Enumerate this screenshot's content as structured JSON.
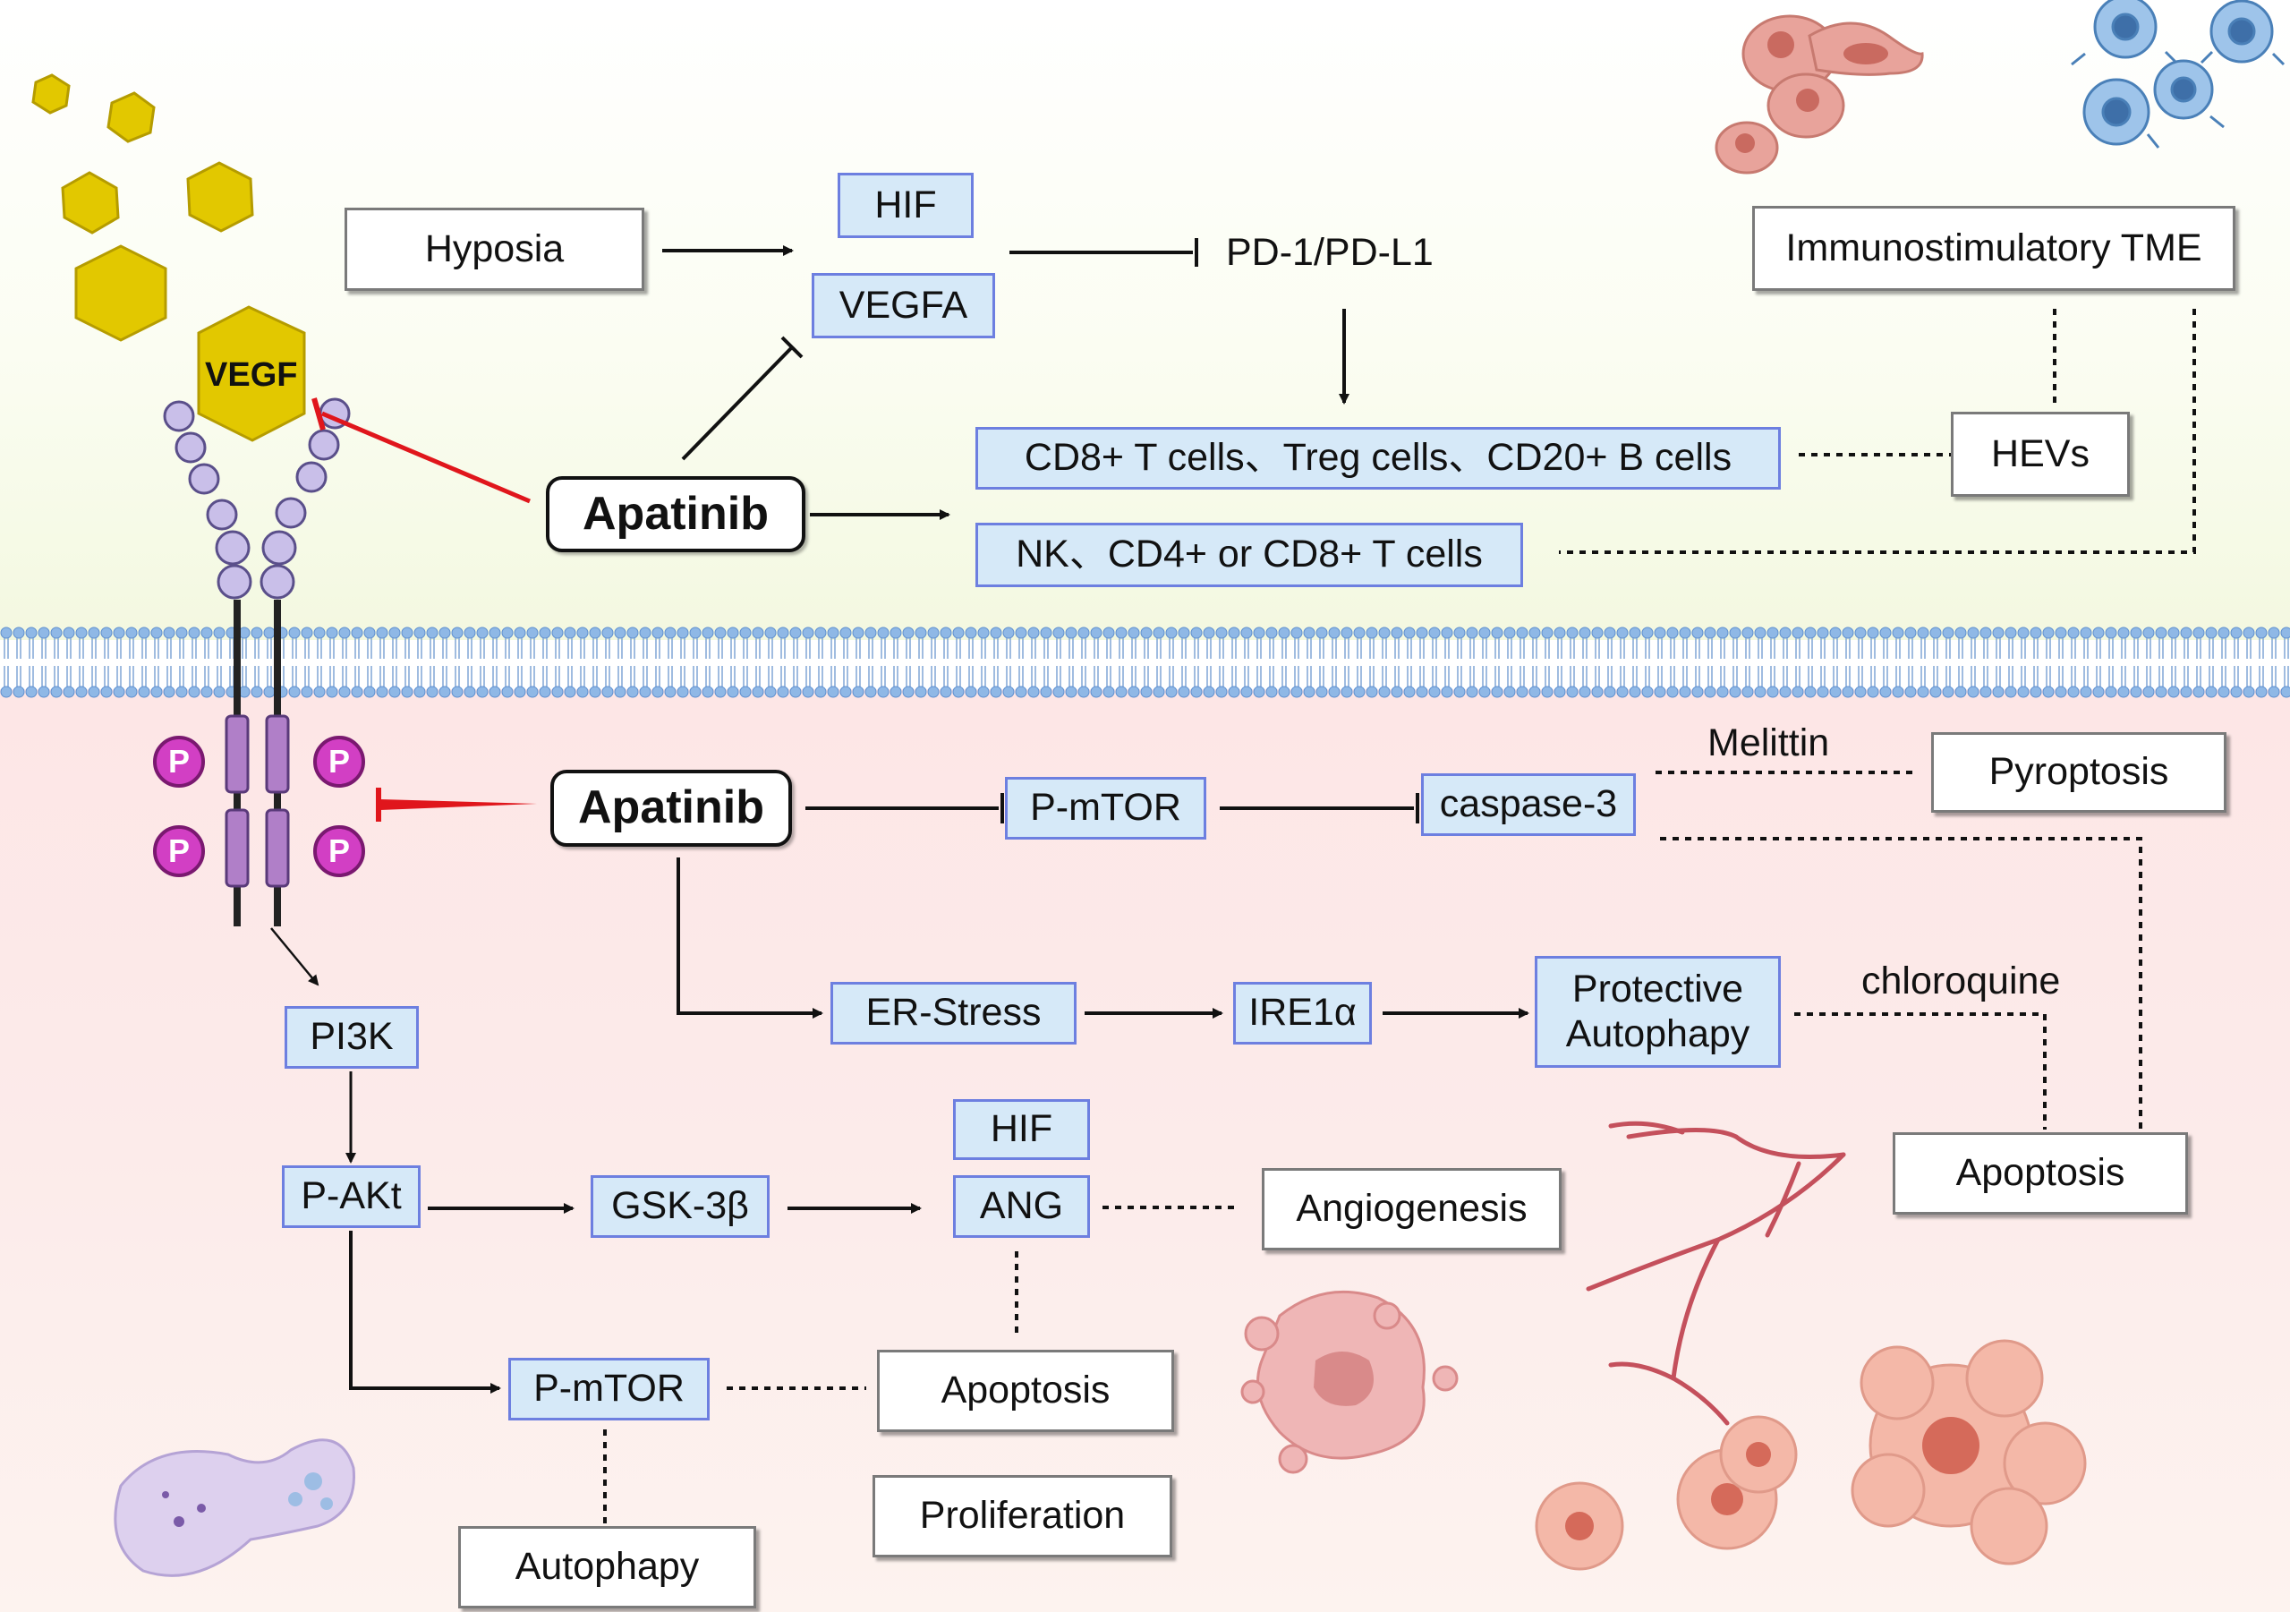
{
  "top": {
    "hyposia": "Hyposia",
    "hif": "HIF",
    "vegfa": "VEGFA",
    "pd1_pdl1": "PD-1/PD-L1",
    "immunostimulatory": "Immunostimulatory TME",
    "hevs": "HEVs",
    "apatinib": "Apatinib",
    "cells_row1": "CD8+ T cells、Treg cells、CD20+ B cells",
    "cells_row2": "NK、CD4+ or CD8+ T cells",
    "vegf": "VEGF"
  },
  "bottom": {
    "apatinib": "Apatinib",
    "p_mtor": "P-mTOR",
    "caspase3": "caspase-3",
    "melittin": "Melittin",
    "pyroptosis": "Pyroptosis",
    "er_stress": "ER-Stress",
    "ire1a": "IRE1α",
    "protective_autophagy": "Protective Autophapy",
    "chloroquine": "chloroquine",
    "apoptosis_right": "Apoptosis",
    "pi3k": "PI3K",
    "p_akt": "P-AKt",
    "gsk3b": "GSK-3β",
    "hif": "HIF",
    "ang": "ANG",
    "angiogenesis": "Angiogenesis",
    "p_mtor2": "P-mTOR",
    "apoptosis_mid": "Apoptosis",
    "proliferation": "Proliferation",
    "autophagy": "Autophapy",
    "phospho": [
      "P",
      "P",
      "P",
      "P"
    ]
  },
  "colors": {
    "blue_box_fill": "#d6e9f8",
    "blue_box_border": "#6d7fe0",
    "inhibition_red": "#e0161c",
    "vegf_yellow": "#e2c800",
    "receptor_purple": "#c9bfe9",
    "phospho_magenta": "#d23fc4",
    "membrane_blue": "#8fb8e6"
  }
}
